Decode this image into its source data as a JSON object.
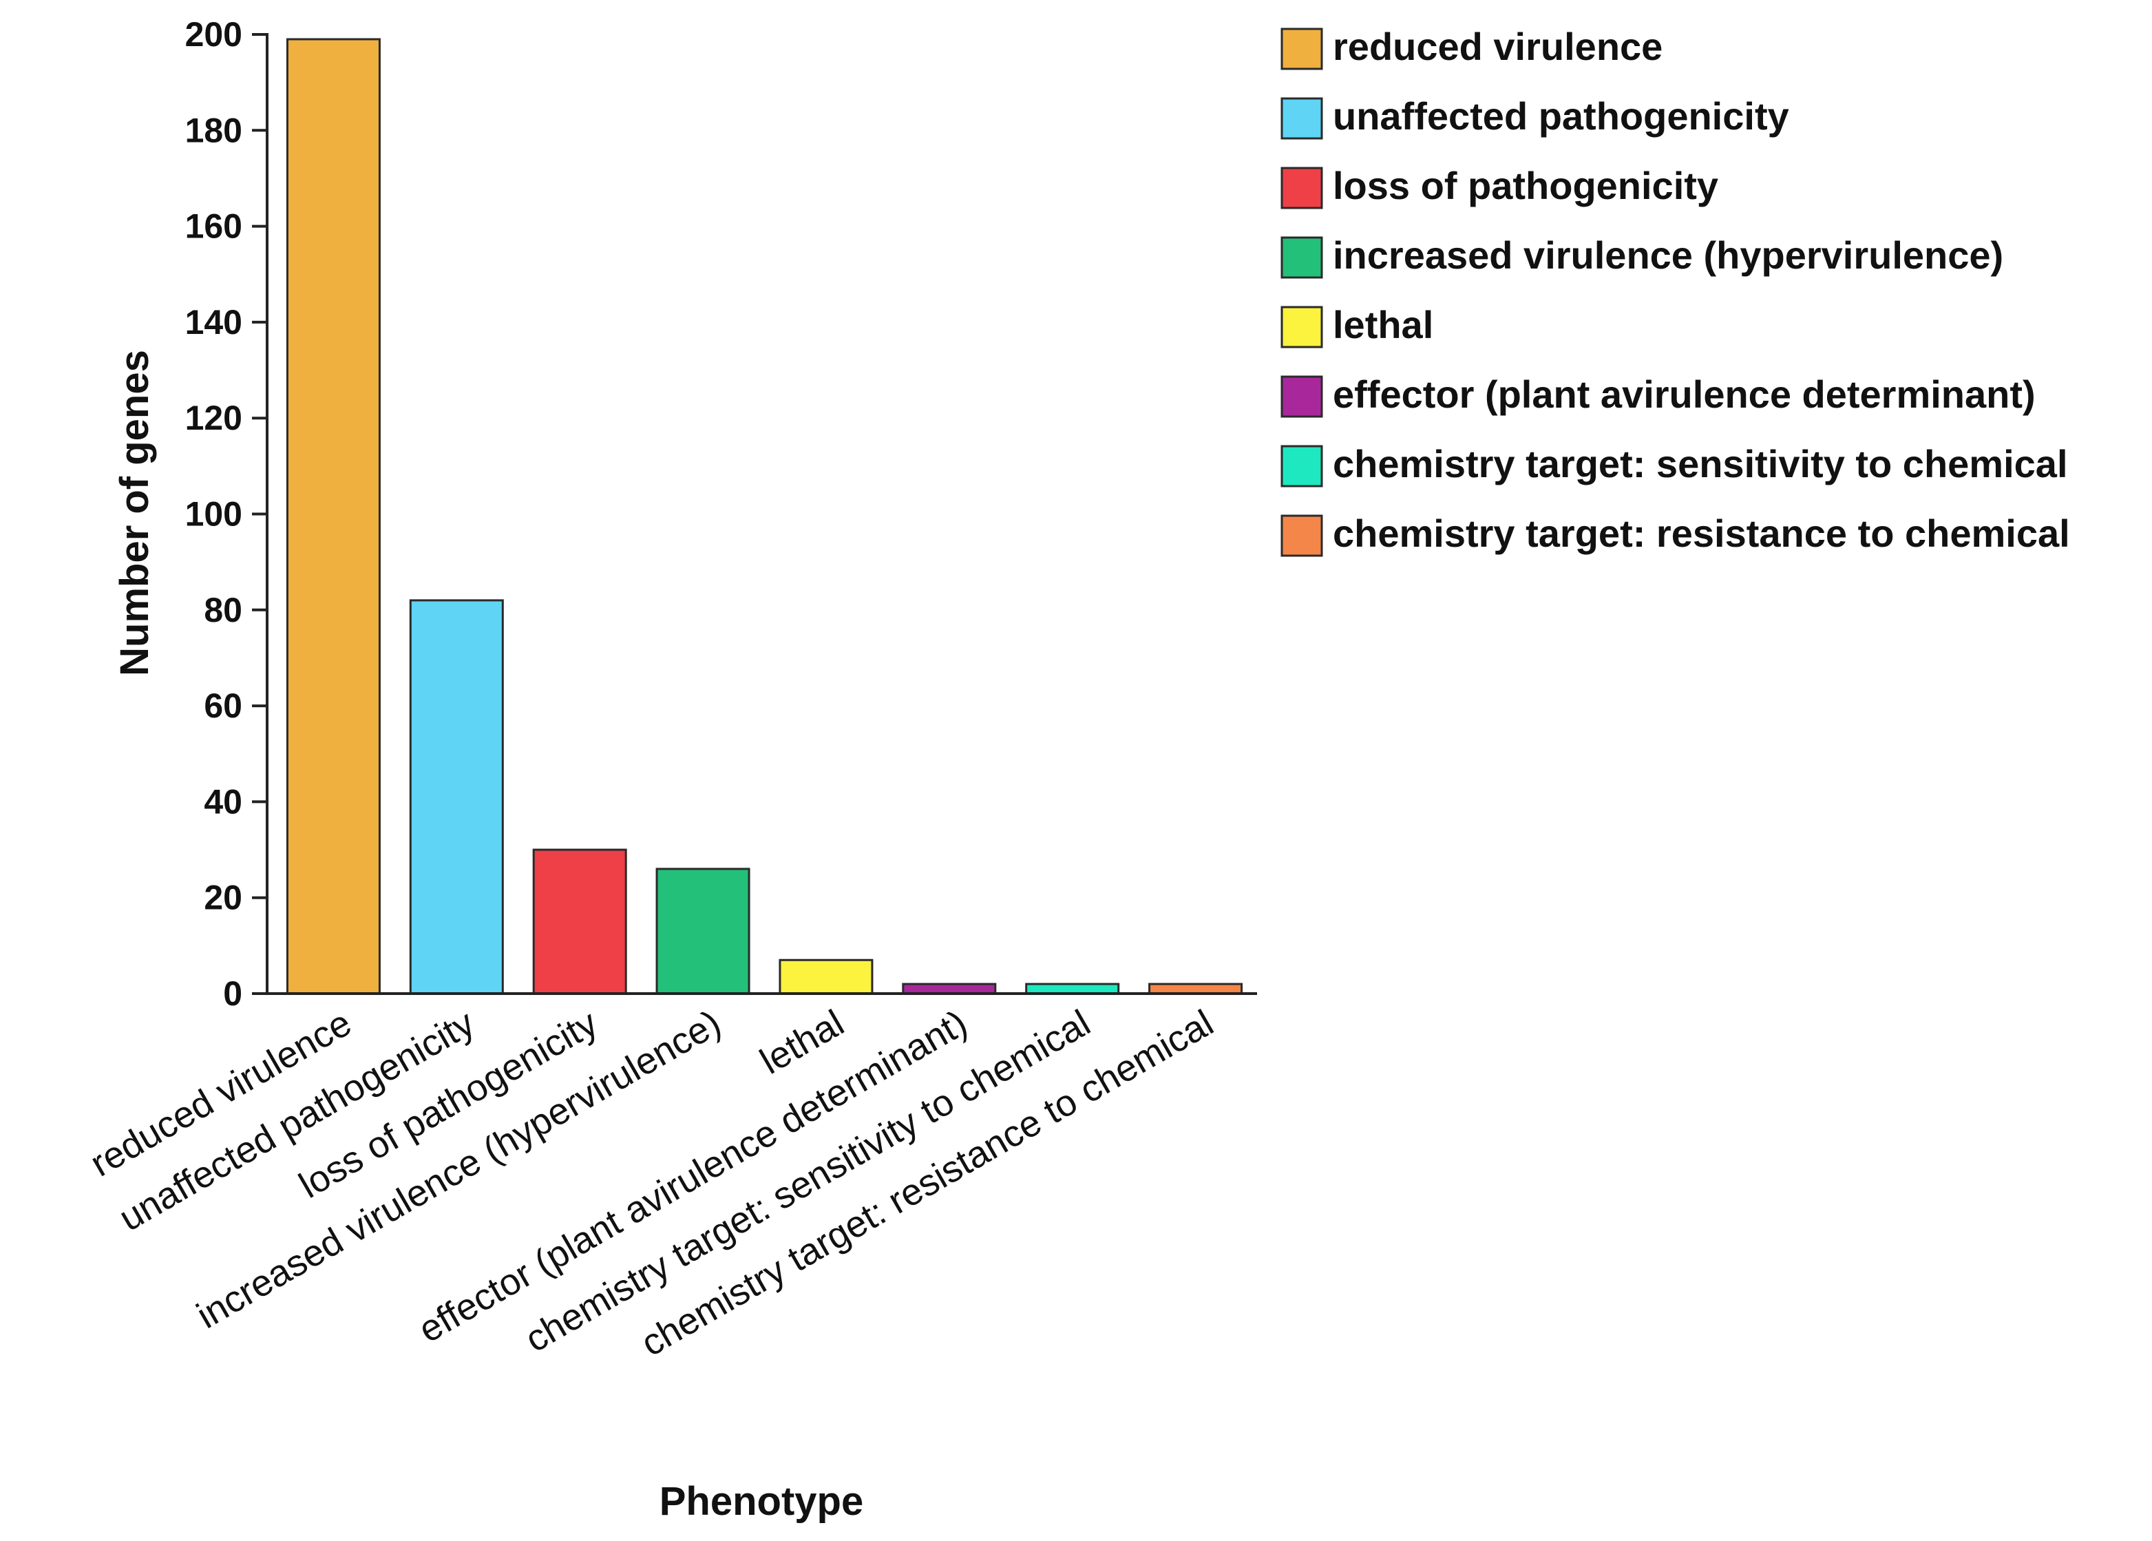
{
  "chart_data": {
    "type": "bar",
    "xlabel": "Phenotype",
    "ylabel": "Number of genes",
    "ylim": [
      0,
      200
    ],
    "yticks": [
      0,
      20,
      40,
      60,
      80,
      100,
      120,
      140,
      160,
      180,
      200
    ],
    "grid": false,
    "legend_position": "top-right",
    "categories": [
      "reduced virulence",
      "unaffected pathogenicity",
      "loss of pathogenicity",
      "increased virulence (hypervirulence)",
      "lethal",
      "effector (plant avirulence determinant)",
      "chemistry target: sensitivity to chemical",
      "chemistry target: resistance to chemical"
    ],
    "values": [
      199,
      82,
      30,
      26,
      7,
      2,
      2,
      2
    ],
    "colors": [
      "#f0b040",
      "#5fd4f5",
      "#ef4048",
      "#23c079",
      "#fbf33e",
      "#a8289b",
      "#1de8c0",
      "#f5864a"
    ]
  }
}
